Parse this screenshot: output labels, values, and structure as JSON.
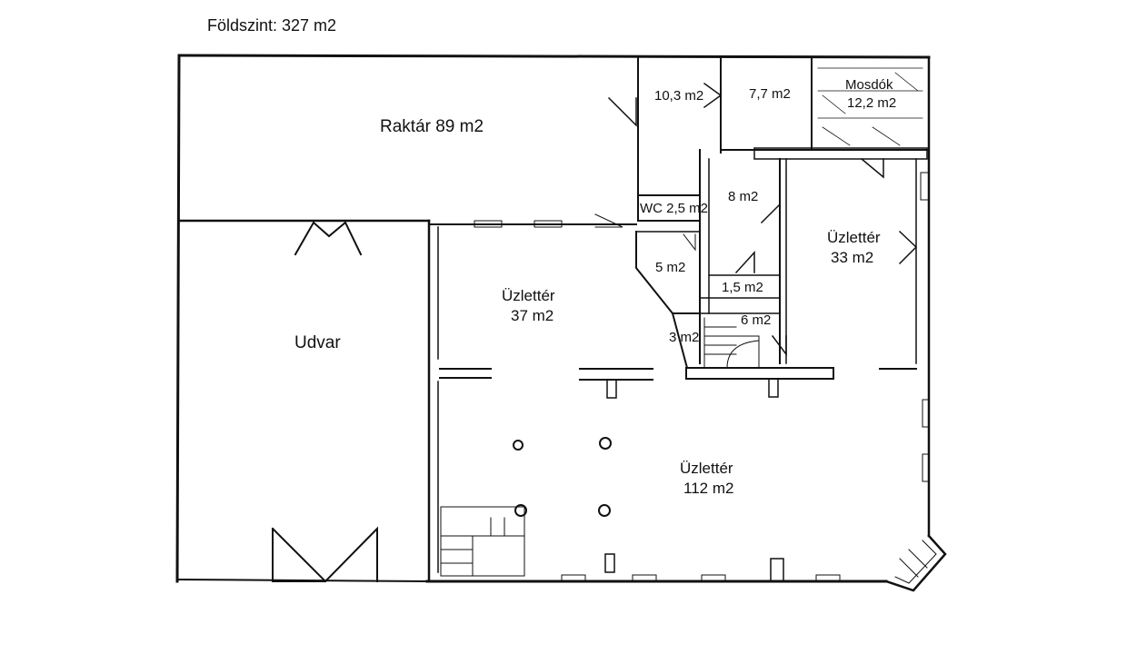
{
  "title": "Földszint: 327 m2",
  "rooms": {
    "raktar": "Raktár 89 m2",
    "udvar": "Udvar",
    "r_10_3": "10,3 m2",
    "r_7_7": "7,7 m2",
    "mosdok_name": "Mosdók",
    "mosdok_area": "12,2 m2",
    "wc": "WC 2,5 m2",
    "r_8": "8 m2",
    "r_5": "5 m2",
    "r_1_5": "1,5 m2",
    "r_6": "6 m2",
    "r_3": "3 m2",
    "uzlet37_name": "Üzlettér",
    "uzlet37_area": "37 m2",
    "uzlet33_name": "Üzlettér",
    "uzlet33_area": "33 m2",
    "uzlet112_name": "Üzlettér",
    "uzlet112_area": "112 m2"
  },
  "colors": {
    "line": "#111111",
    "paper": "#ffffff"
  }
}
